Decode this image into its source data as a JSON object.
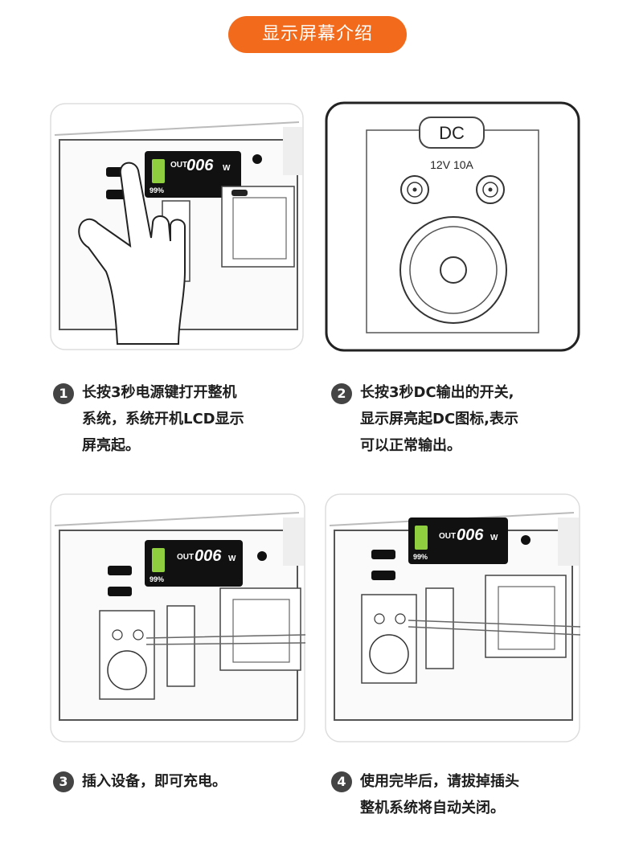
{
  "header": {
    "title": "显示屏幕介绍"
  },
  "display": {
    "out_label": "OUT",
    "out_value": "006",
    "unit": "W",
    "battery": "99%"
  },
  "dc_panel": {
    "label": "DC",
    "rating": "12V 10A"
  },
  "steps": [
    {
      "number": "1",
      "lines": [
        "长按3秒电源键打开整机",
        "系统，系统开机LCD显示",
        "屏亮起。"
      ]
    },
    {
      "number": "2",
      "lines": [
        "长按3秒DC输出的开关,",
        "显示屏亮起DC图标,表示",
        "可以正常输出。"
      ]
    },
    {
      "number": "3",
      "lines": [
        "插入设备，即可充电。"
      ]
    },
    {
      "number": "4",
      "lines": [
        "使用完毕后，请拔掉插头",
        "整机系统将自动关闭。"
      ]
    }
  ]
}
